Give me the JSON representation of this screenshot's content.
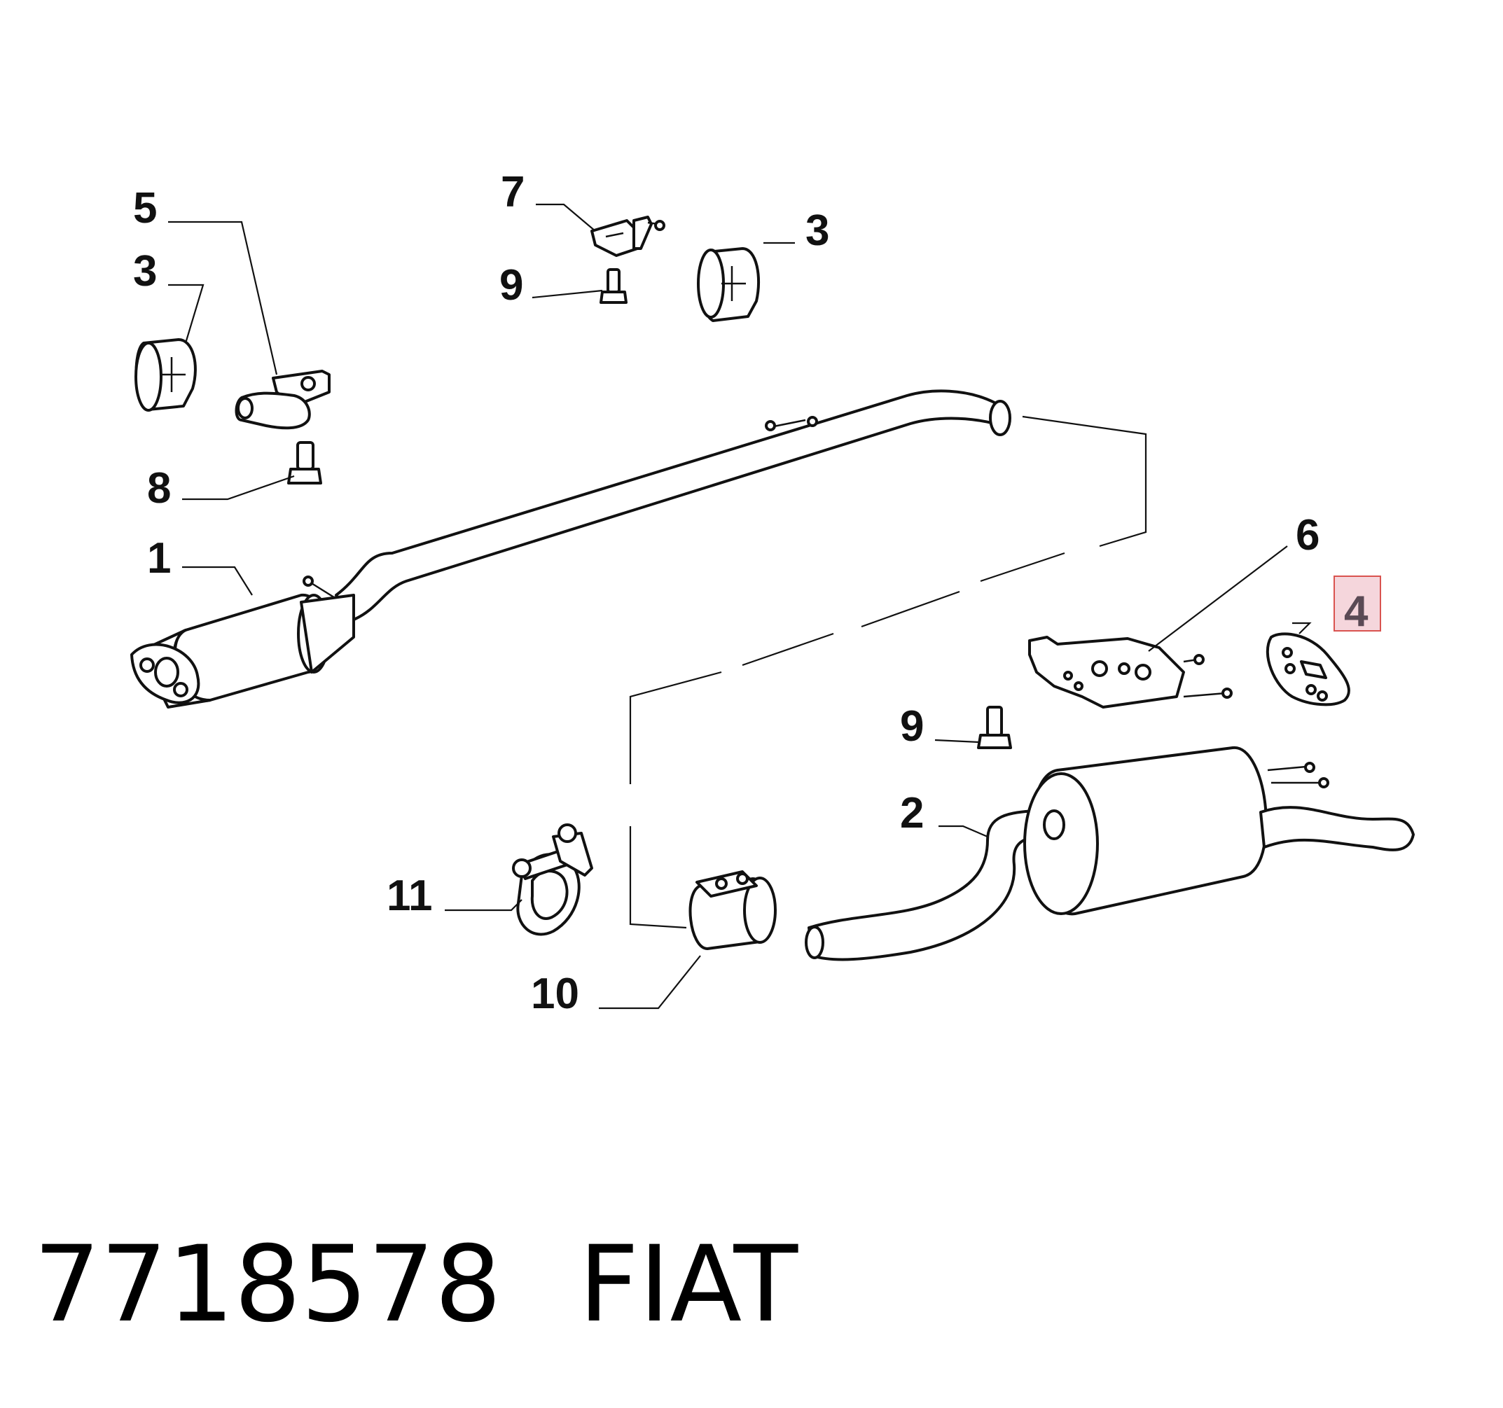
{
  "callouts": {
    "c1": "1",
    "c2": "2",
    "c3a": "3",
    "c3b": "3",
    "c4": "4",
    "c5": "5",
    "c6": "6",
    "c7": "7",
    "c8": "8",
    "c9a": "9",
    "c9b": "9",
    "c10": "10",
    "c11": "11"
  },
  "highlight_color": "#f5d6dc",
  "highlight_border": "#d9534f",
  "footer": {
    "part_number": "7718578",
    "brand": "FIAT"
  }
}
